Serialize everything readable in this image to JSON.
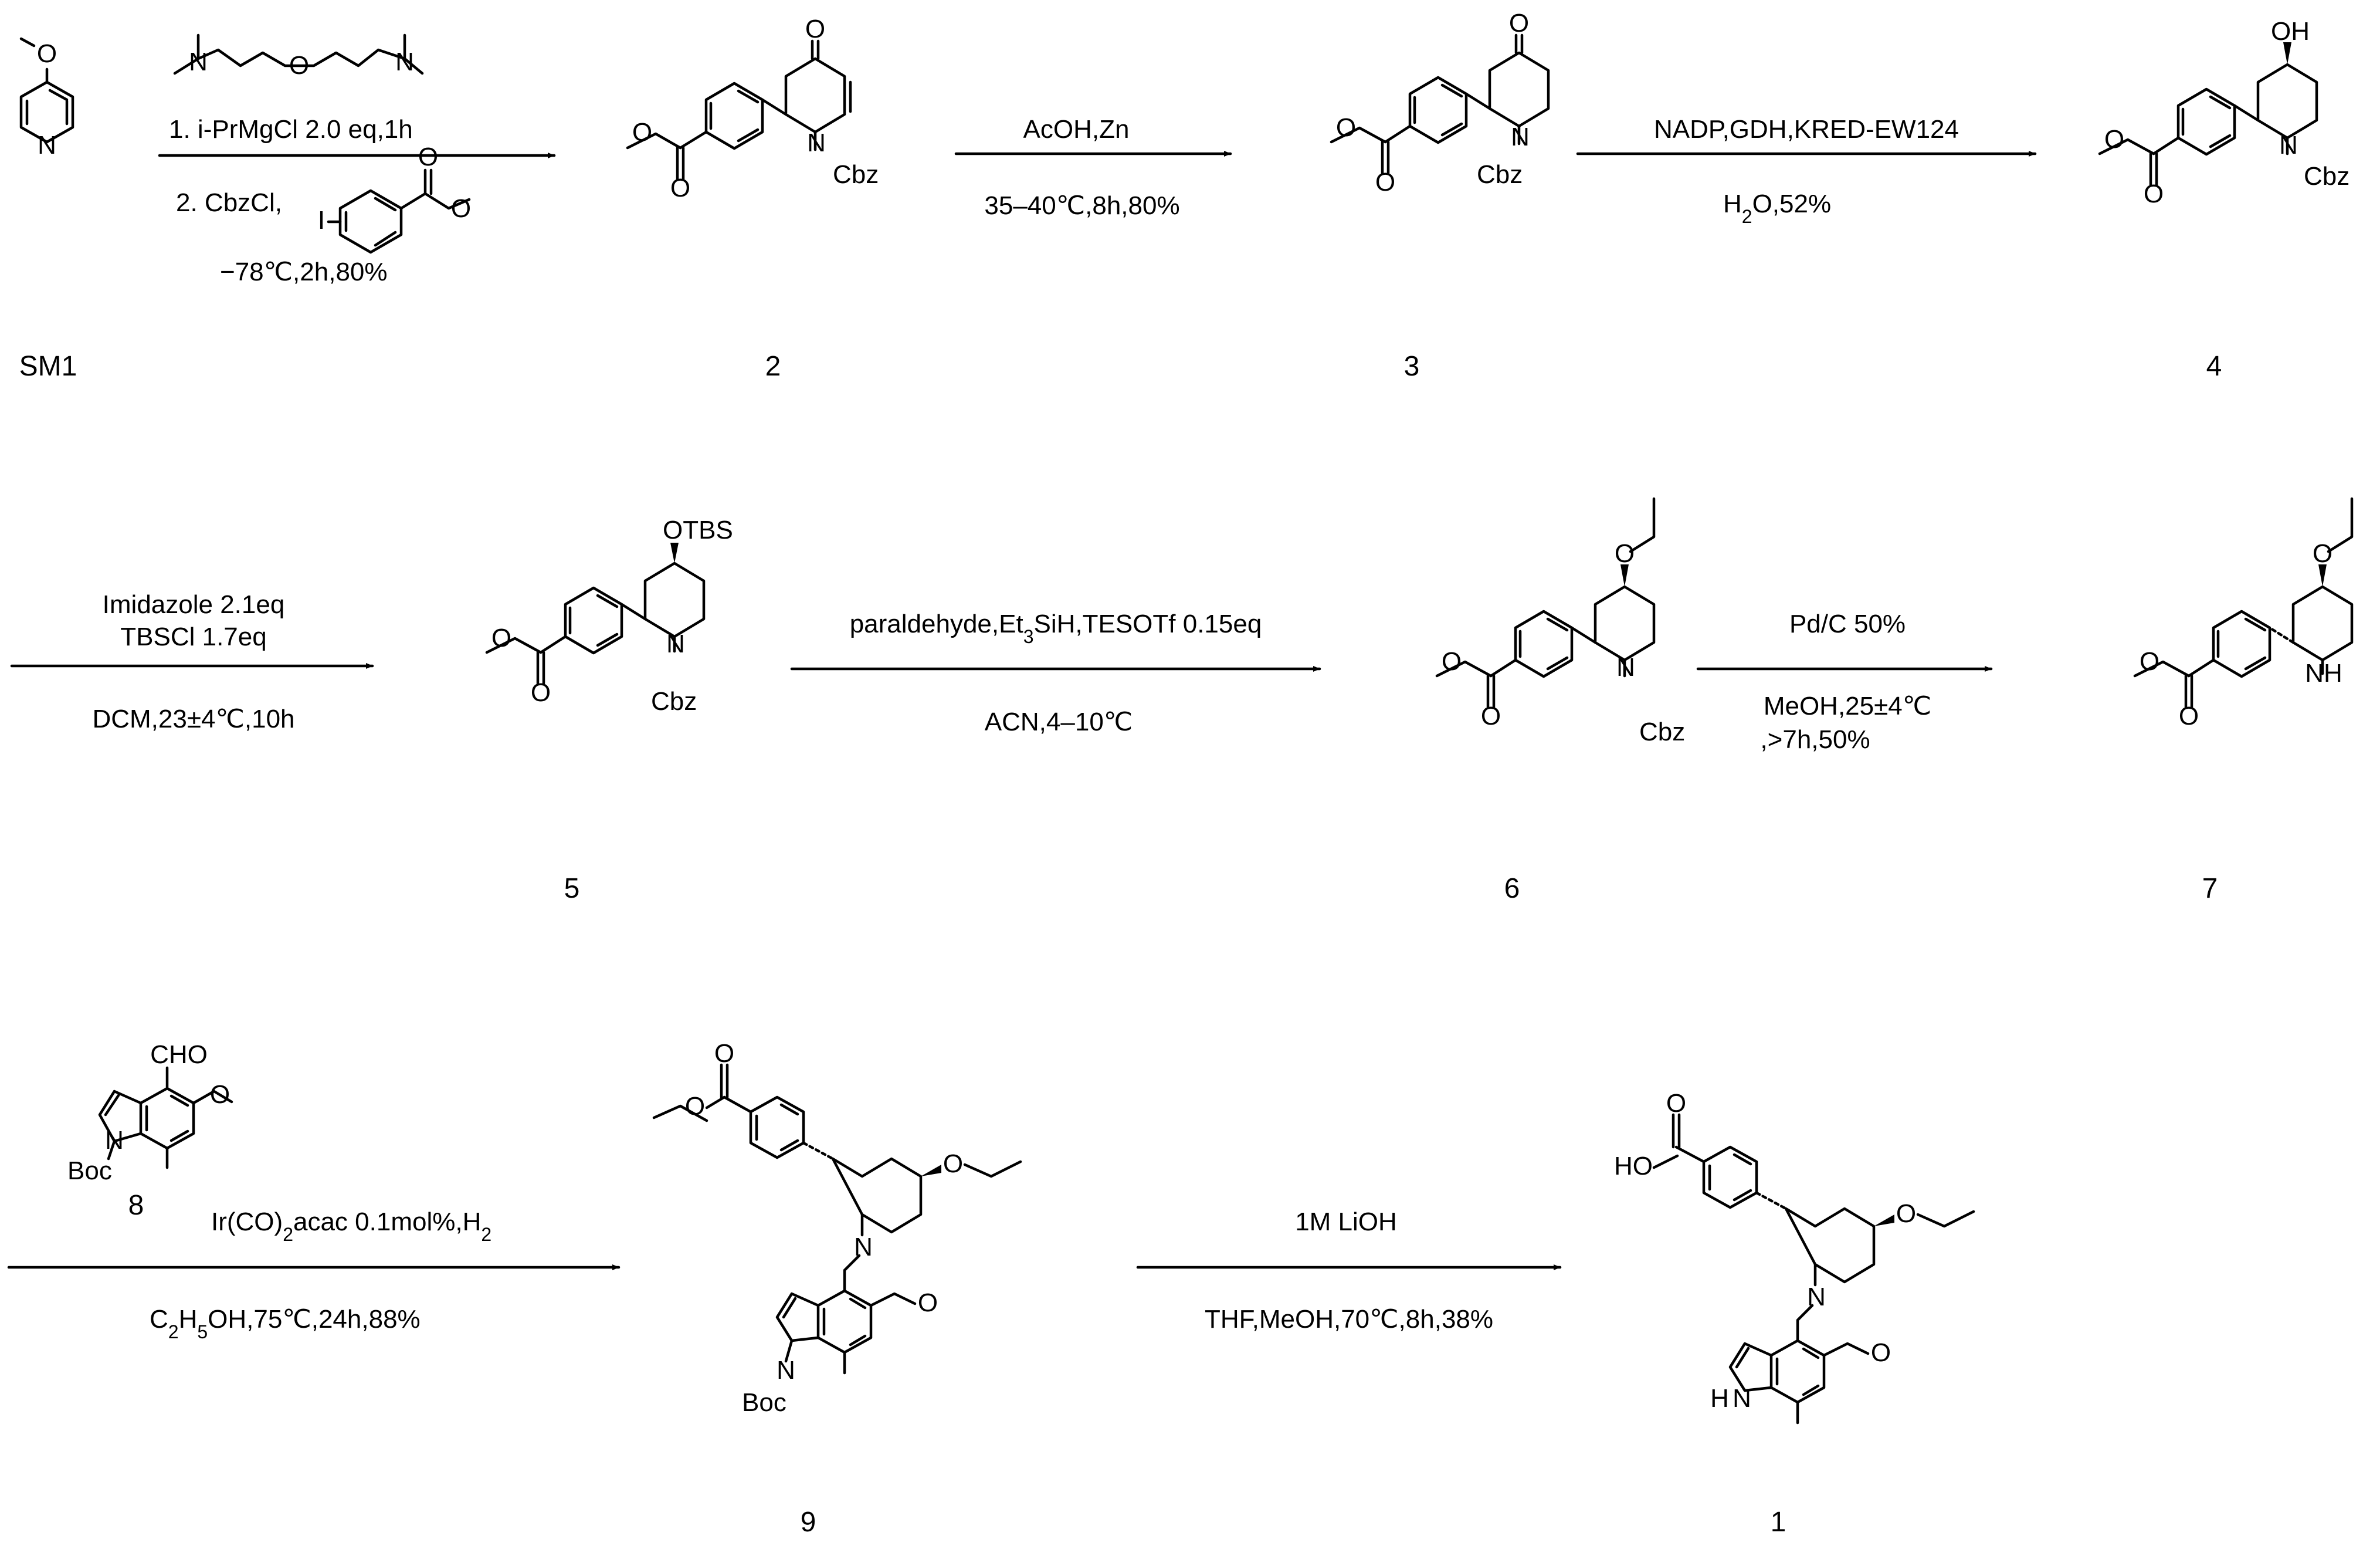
{
  "compounds": {
    "sm1": "SM1",
    "c2": "2",
    "c3": "3",
    "c4": "4",
    "c5": "5",
    "c6": "6",
    "c7": "7",
    "c8": "8",
    "c9": "9",
    "c1": "1"
  },
  "atoms": {
    "O": "O",
    "N": "N",
    "OH": "OH",
    "OTBS": "OTBS",
    "Cbz": "Cbz",
    "NH": "NH",
    "H": "H",
    "I": "I",
    "CHO": "CHO",
    "Boc": "Boc",
    "HO": "HO"
  },
  "steps": {
    "s1": {
      "line1": "1.   i-PrMgCl 2.0 eq,1h",
      "line2": "2.  CbzCl,",
      "line3": "−78℃,2h,80%"
    },
    "s2": {
      "above": "AcOH,Zn",
      "below": "35–40℃,8h,80%"
    },
    "s3": {
      "above": "NADP,GDH,KRED-EW124",
      "below_a": "H",
      "below_sub": "2",
      "below_b": "O,52%"
    },
    "s4": {
      "above1": "Imidazole 2.1eq",
      "above2": "TBSCl 1.7eq",
      "below": "DCM,23±4℃,10h"
    },
    "s5": {
      "above_a": "paraldehyde,Et",
      "above_sub": "3",
      "above_b": "SiH,TESOTf 0.15eq",
      "below": "ACN,4–10℃"
    },
    "s6": {
      "above": "Pd/C 50%",
      "below1": "MeOH,25±4℃",
      "below2": ",>7h,50%"
    },
    "s7": {
      "above_a": "Ir(CO)",
      "above_sub": "2",
      "above_b": "acac 0.1mol%,H",
      "above_sub2": "2",
      "below_a": "C",
      "below_sub1": "2",
      "below_b": "H",
      "below_sub2": "5",
      "below_c": "OH,75℃,24h,88%"
    },
    "s8": {
      "above": "1M LiOH",
      "below": "THF,MeOH,70℃,8h,38%"
    }
  }
}
